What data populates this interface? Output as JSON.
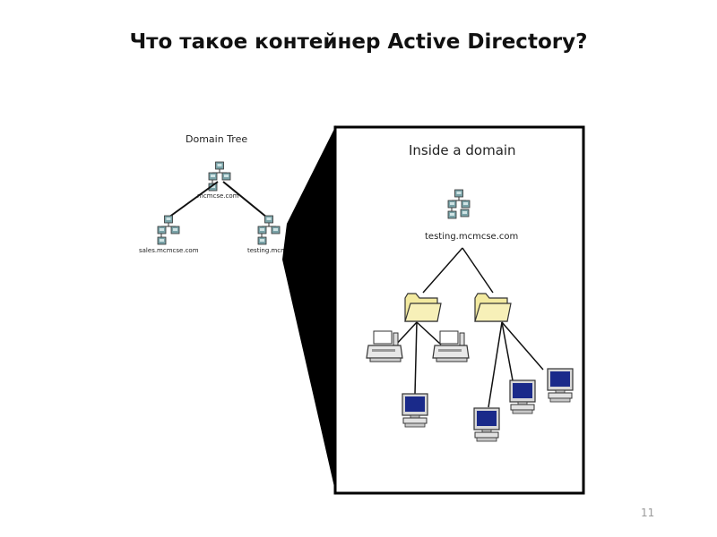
{
  "slide": {
    "title": "Что такое контейнер Active Directory?",
    "page_number": "11"
  },
  "domain_tree": {
    "heading": "Domain Tree",
    "root": "mcmcse.com",
    "children": [
      "sales.mcmcse.com",
      "testing.mcmcse.com"
    ]
  },
  "inside_domain": {
    "heading": "Inside a domain",
    "domain_name": "testing.mcmcse.com"
  },
  "colors": {
    "folder": "#f3eaa0",
    "monitor_screen": "#1a2a8a",
    "server_node": "#7aa3a8",
    "border": "#000000"
  },
  "icons": [
    "network-icon",
    "folder-icon",
    "printer-icon",
    "computer-icon"
  ]
}
